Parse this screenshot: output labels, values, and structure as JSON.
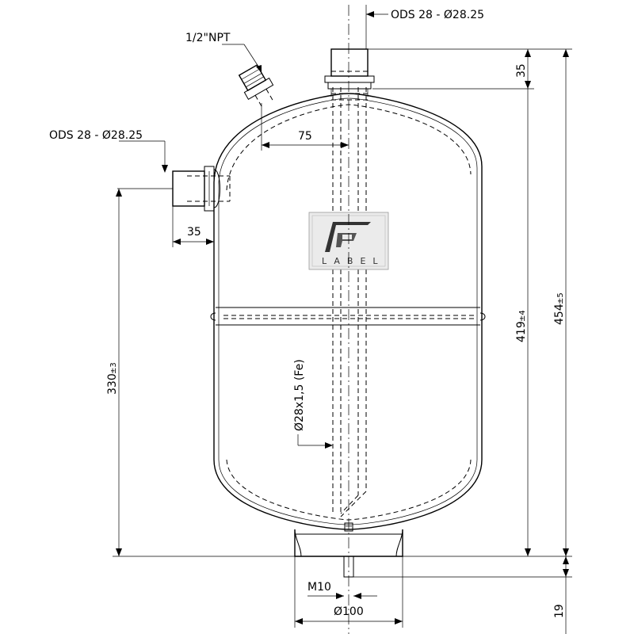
{
  "dimensions": {
    "top_outlet": "ODS 28 - Ø28.25",
    "npt_port": "1/2\"NPT",
    "side_inlet": "ODS 28 - Ø28.25",
    "offset_75": "75",
    "side_len_35": "35",
    "top_len_35": "35",
    "height_330": "330",
    "height_330_tol": "±3",
    "height_419": "419",
    "height_419_tol": "±4",
    "height_454": "454",
    "height_454_tol": "±5",
    "dip_tube": "Ø28x1,5 (Fe)",
    "stud": "M10",
    "base_dia": "Ø100",
    "base_19": "19"
  },
  "label": {
    "text": "LABEL"
  }
}
